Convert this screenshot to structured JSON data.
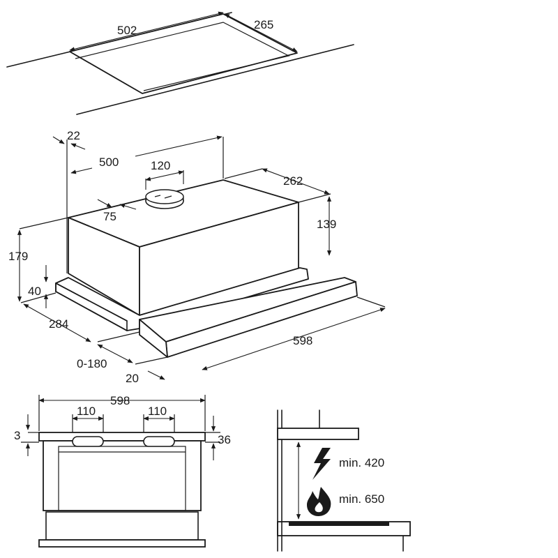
{
  "cutout": {
    "width": "502",
    "depth": "265"
  },
  "hood": {
    "offset": "22",
    "length": "500",
    "outlet_diameter": "120",
    "outlet_offset": "75",
    "depth_rear": "262",
    "body_height": "139",
    "total_height": "179",
    "front_height": "40",
    "depth": "284",
    "slide_extension": "0-180",
    "front_offset": "20",
    "width": "598"
  },
  "front_view": {
    "width": "598",
    "slot_left": "110",
    "slot_right": "110",
    "top_offset": "3",
    "slot_height": "36"
  },
  "install": {
    "electric_min": "min. 420",
    "gas_min": "min. 650"
  },
  "icons": {
    "electric": "lightning-icon",
    "gas": "flame-icon"
  }
}
